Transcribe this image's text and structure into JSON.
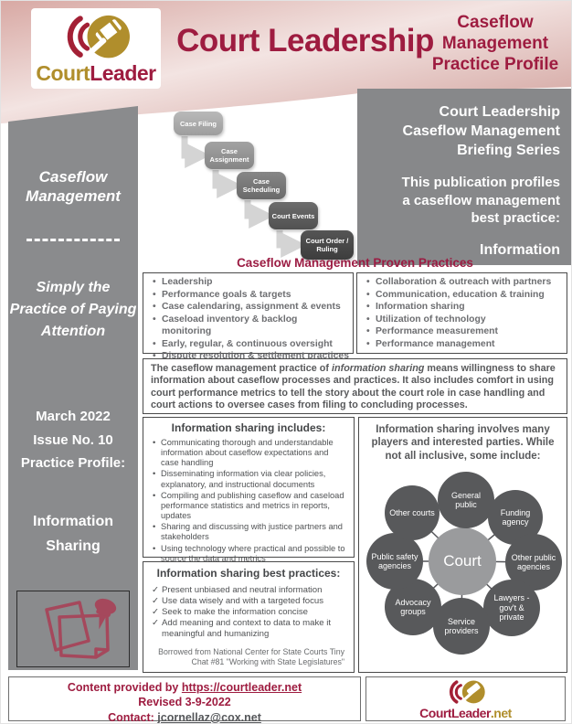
{
  "colors": {
    "accent_red": "#9e1c40",
    "brand_gold": "#b08e2c",
    "panel_gray": "#87888a",
    "sidebar_gray": "#8a8b8d"
  },
  "header": {
    "logo_court": "Court",
    "logo_leader": "Leader",
    "title": "Court Leadership",
    "profile_label": "Caseflow Management Practice Profile"
  },
  "briefing_panel": {
    "title": "Court Leadership Caseflow Management Briefing Series",
    "subtitle": "This publication profiles a caseflow management best practice:",
    "highlight": "Information sharing"
  },
  "sidebar": {
    "heading": "Caseflow Management",
    "tagline": "Simply the Practice of Paying Attention",
    "issue_lines": [
      "March 2022",
      "Issue No. 10",
      "Practice Profile:"
    ],
    "topic": "Information Sharing"
  },
  "flowchart": {
    "steps": [
      "Case Filing",
      "Case Assignment",
      "Case Scheduling",
      "Court Events",
      "Court Order / Ruling"
    ]
  },
  "proven_practices": {
    "title": "Caseflow Management Proven Practices",
    "left": [
      "Leadership",
      "Performance goals & targets",
      "Case calendaring, assignment & events",
      "Caseload inventory & backlog monitoring",
      "Early, regular, & continuous oversight",
      "Dispute resolution & settlement practices"
    ],
    "right": [
      "Collaboration & outreach with partners",
      "Communication, education & training",
      "Information sharing",
      "Utilization of technology",
      "Performance measurement",
      "Performance management"
    ]
  },
  "definition": {
    "before": "The caseflow management practice of ",
    "italic": "information sharing",
    "after": " means willingness to share information about caseflow processes and practices.  It also includes comfort in using court performance metrics to tell the story about the court role in case handling and court actions to oversee cases from filing to concluding processes."
  },
  "includes_box": {
    "title": "Information sharing includes:",
    "items": [
      "Communicating thorough and understandable information about caseflow expectations and case handling",
      "Disseminating information via clear policies, explanatory, and instructional documents",
      "Compiling and publishing caseflow and caseload performance statistics and metrics in reports, updates",
      "Sharing and discussing with justice partners and stakeholders",
      "Using technology where practical and possible to source the data and metrics"
    ]
  },
  "best_practices_box": {
    "title": "Information sharing best practices:",
    "items": [
      "Present unbiased and neutral information",
      "Use data wisely and with a targeted focus",
      "Seek to make the information concise",
      "Add meaning and context to data to make it meaningful and humanizing"
    ],
    "credit": "Borrowed from National Center for State Courts Tiny Chat #81 \"Working with State Legislatures\""
  },
  "players_box": {
    "intro": "Information sharing involves many players and interested parties. While not all inclusive, some include:",
    "center": "Court",
    "players": [
      "General public",
      "Funding agency",
      "Other public agencies",
      "Lawyers - gov't & private",
      "Service providers",
      "Advocacy groups",
      "Public safety agencies",
      "Other courts"
    ]
  },
  "footer": {
    "provided_prefix": "Content provided by ",
    "provided_link": "https://courtleader.net",
    "revised": "Revised 3-9-2022",
    "contact_label": "Contact: ",
    "contact_link": "jcornellaz@cox.net",
    "logo_court": "Court",
    "logo_leader": "Leader",
    "logo_net": ".net"
  }
}
